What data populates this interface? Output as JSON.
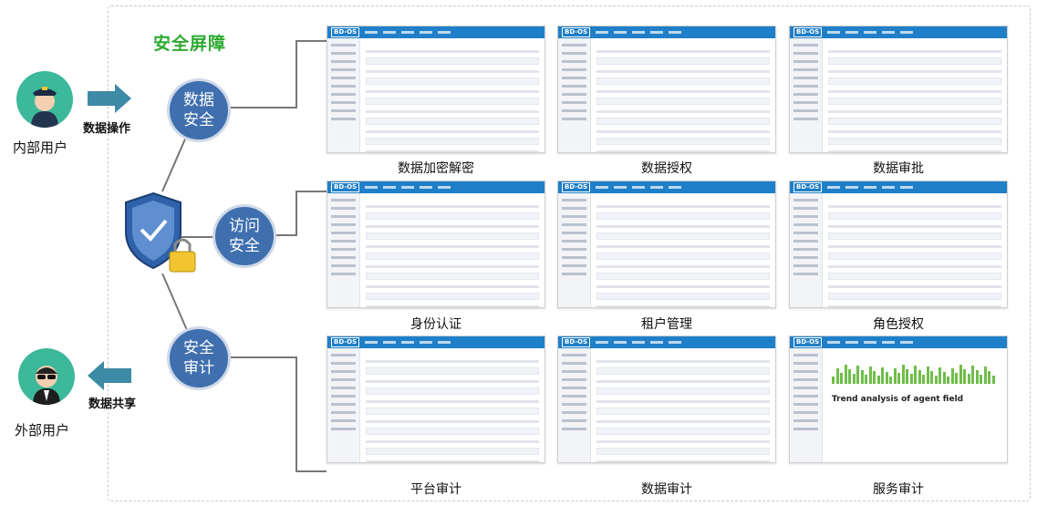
{
  "title": "安全屏障",
  "internal_user": {
    "label": "内部用户",
    "action": "数据操作",
    "avatar_icon": "security-guard-icon"
  },
  "external_user": {
    "label": "外部用户",
    "action": "数据共享",
    "avatar_icon": "agent-sunglasses-icon"
  },
  "pillars": [
    {
      "line1": "数据",
      "line2": "安全"
    },
    {
      "line1": "访问",
      "line2": "安全"
    },
    {
      "line1": "安全",
      "line2": "审计"
    }
  ],
  "screens": [
    {
      "caption": "数据加密解密"
    },
    {
      "caption": "数据授权"
    },
    {
      "caption": "数据审批"
    },
    {
      "caption": "身份认证"
    },
    {
      "caption": "租户管理"
    },
    {
      "caption": "角色授权"
    },
    {
      "caption": "平台审计"
    },
    {
      "caption": "数据审计"
    },
    {
      "caption": "服务审计",
      "heading": "Trend analysis of agent field"
    }
  ],
  "shot_logo": "BD-OS",
  "colors": {
    "title": "#2eaa32",
    "pillar": "#3f6fae",
    "avatar": "#3cb89a",
    "arrow": "#3d8aa6",
    "shield": "#2f62a9"
  }
}
